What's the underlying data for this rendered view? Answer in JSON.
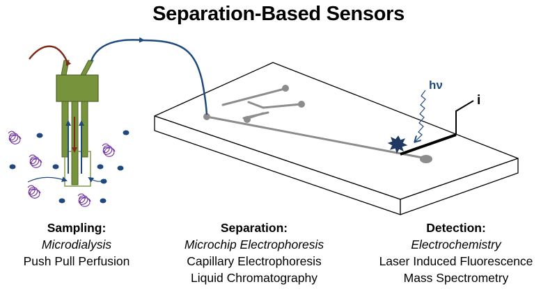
{
  "title": "Separation-Based Sensors",
  "labels": {
    "photon": "hν",
    "current": "i"
  },
  "sections": {
    "sampling": {
      "heading": "Sampling:",
      "items": [
        "Microdialysis",
        "Push Pull Perfusion"
      ]
    },
    "separation": {
      "heading": "Separation:",
      "items": [
        "Microchip Electrophoresis",
        "Capillary Electrophoresis",
        "Liquid Chromatography"
      ]
    },
    "detection": {
      "heading": "Detection:",
      "items": [
        "Electrochemistry",
        "Laser Induced Fluorescence",
        "Mass Spectrometry"
      ]
    }
  },
  "colors": {
    "probe": "#77933c",
    "probe_edge": "#4f6228",
    "flow_arrow": "#1f497d",
    "inflow_arrow": "#7f2a1d",
    "dots": "#1f497d",
    "proteins": "#7030a0",
    "channel": "#8c8c8c",
    "electrode": "#000000"
  }
}
